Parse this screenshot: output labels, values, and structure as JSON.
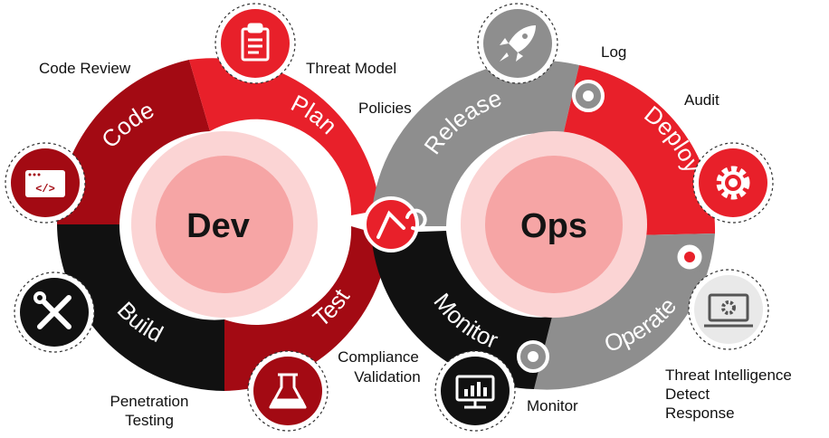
{
  "colors": {
    "red": "#e8202a",
    "dark_red": "#a30a13",
    "black": "#111111",
    "gray": "#8e8e8e",
    "pink_outer": "#fbd4d4",
    "pink_inner": "#f6a5a5"
  },
  "center": {
    "dev": "Dev",
    "ops": "Ops"
  },
  "stages": {
    "plan": "Plan",
    "code": "Code",
    "build": "Build",
    "test": "Test",
    "release": "Release",
    "deploy": "Deploy",
    "operate": "Operate",
    "monitor": "Monitor"
  },
  "labels": {
    "code_review": "Code Review",
    "threat_model": "Threat Model",
    "policies": "Policies",
    "log": "Log",
    "audit": "Audit",
    "penetration_1": "Penetration",
    "penetration_2": "Testing",
    "compliance_1": "Compliance",
    "compliance_2": "Validation",
    "monitor": "Monitor",
    "threat_intel_1": "Threat Intelligence",
    "threat_intel_2": "Detect",
    "threat_intel_3": "Response"
  },
  "icons": {
    "plan": "clipboard-icon",
    "code": "code-window-icon",
    "build": "tools-icon",
    "test": "flask-icon",
    "release": "rocket-icon",
    "deploy": "gear-icon",
    "operate": "laptop-gear-icon",
    "monitor": "monitor-chart-icon"
  },
  "code_glyph": "</>"
}
